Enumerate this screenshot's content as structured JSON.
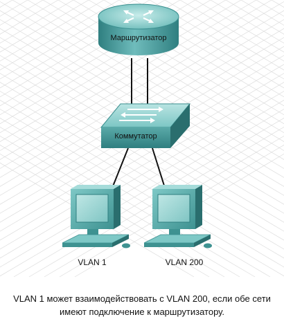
{
  "diagram": {
    "router": {
      "label": "Маршрутизатор"
    },
    "switch": {
      "label": "Коммутатор"
    },
    "pcs": [
      {
        "label": "VLAN 1"
      },
      {
        "label": "VLAN 200"
      }
    ],
    "caption": {
      "line1": "VLAN 1 может взаимодействовать с VLAN 200, если обе сети",
      "line2": "имеют подключение к маршрутизатору."
    }
  },
  "colors": {
    "device_top": "#8fd1cf",
    "device_side": "#3b8f8f",
    "device_dark": "#2a6e6e",
    "grid": "#dcdcdc",
    "cable": "#111111"
  }
}
